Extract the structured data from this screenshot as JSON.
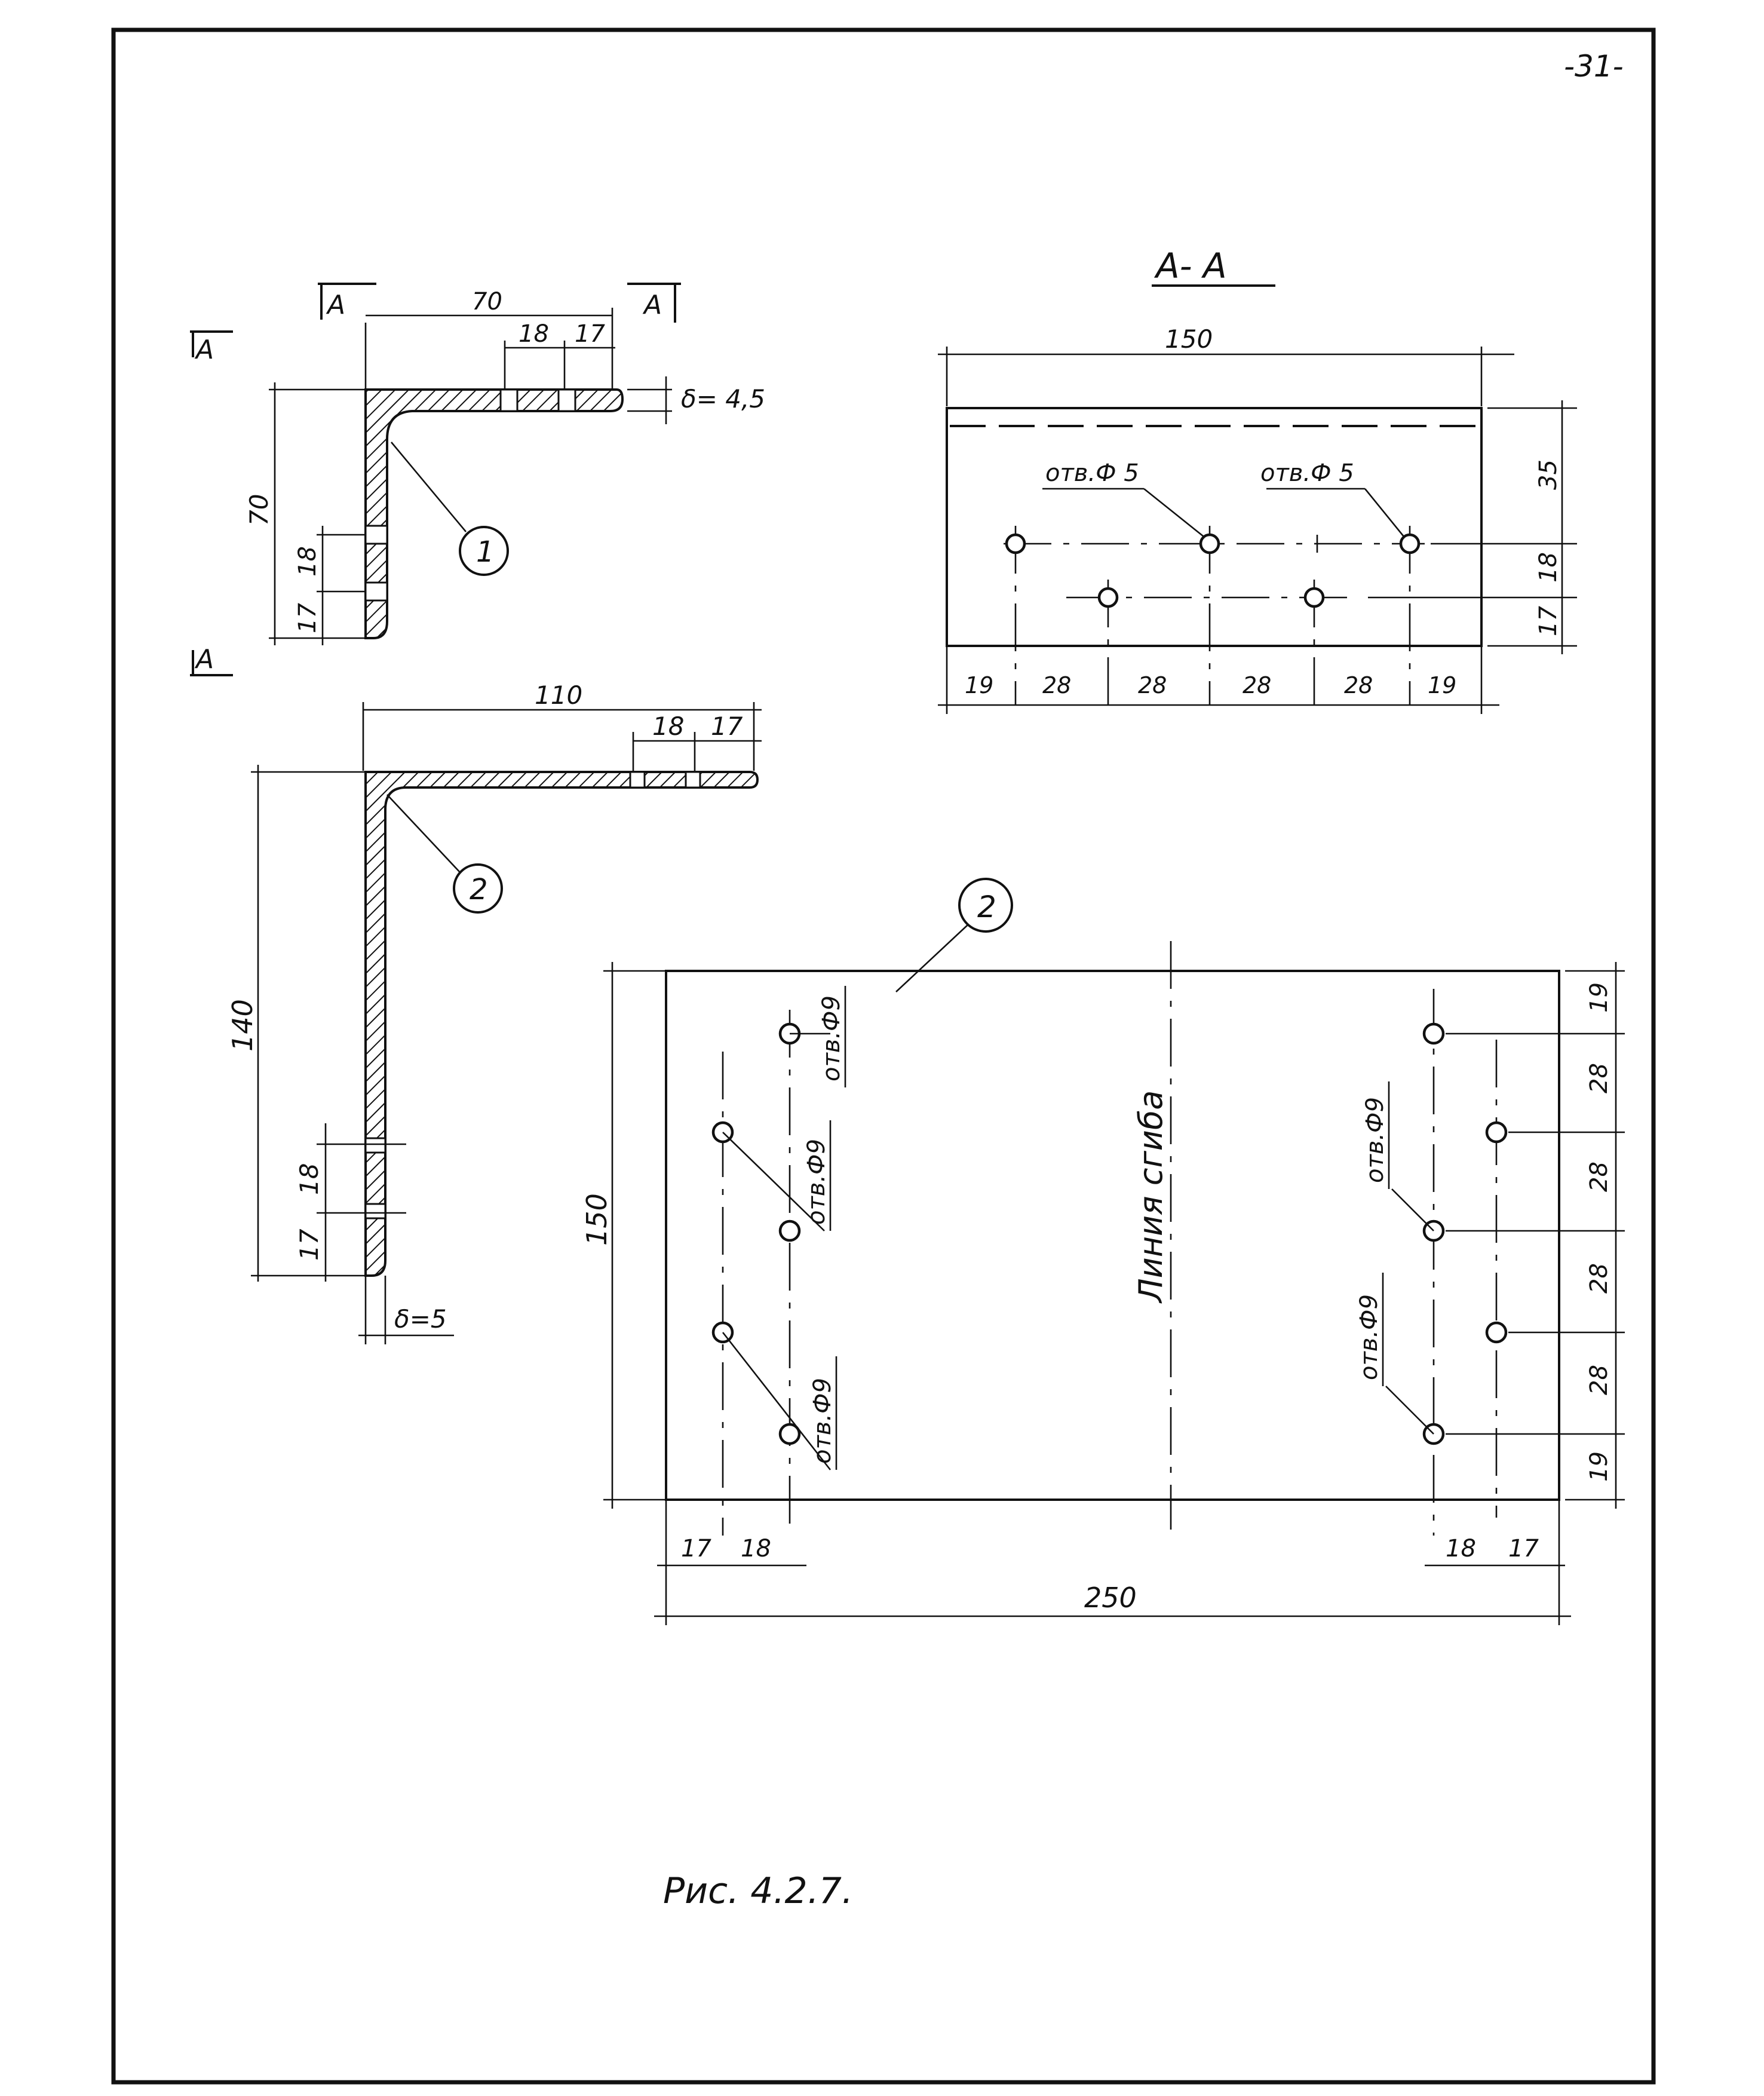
{
  "page_number": "-31-",
  "section_label": "A- A",
  "cut_marks": {
    "left_top": "A",
    "left_bottom": "A",
    "part1_left": "A",
    "part1_right": "A"
  },
  "part1": {
    "callout": "1",
    "width": "70",
    "height": "70",
    "hole_pitch": "18",
    "edge_offset": "17",
    "thickness": "δ= 4,5"
  },
  "part2": {
    "callout": "2",
    "width": "110",
    "height": "140",
    "hole_pitch": "18",
    "edge_offset": "17",
    "thickness": "δ=5"
  },
  "section_view": {
    "width": "150",
    "rows": [
      "35",
      "18",
      "17"
    ],
    "spacing": [
      "19",
      "28",
      "28",
      "28",
      "28",
      "19"
    ],
    "hole_note_left": "отв.Ф 5",
    "hole_note_right": "отв.Ф 5"
  },
  "flat_pattern": {
    "callout": "2",
    "height": "150",
    "length": "250",
    "bend_line": "Линия сгиба",
    "left_offsets": [
      "17",
      "18"
    ],
    "right_offsets": [
      "18",
      "17"
    ],
    "row_spacing": [
      "19",
      "28",
      "28",
      "28",
      "28",
      "19"
    ],
    "hole_note": "отв.Ф9"
  },
  "caption": "Рис. 4.2.7."
}
